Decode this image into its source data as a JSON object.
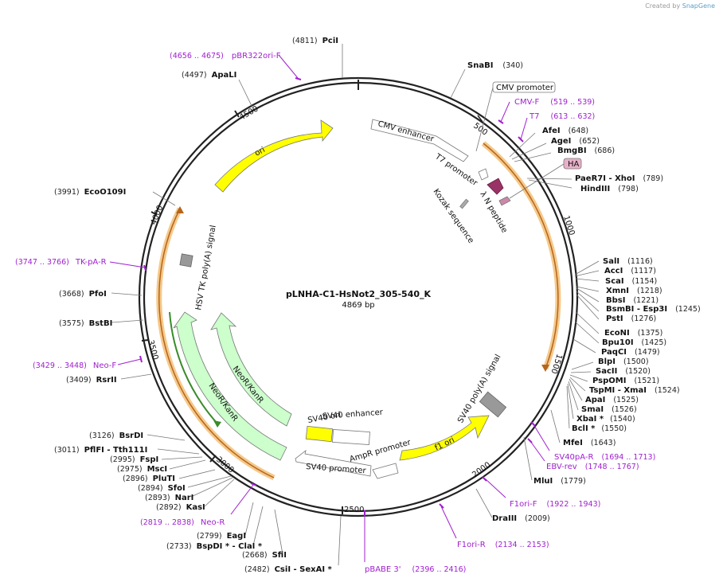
{
  "credit": {
    "prefix": "Created by",
    "brand": "SnapGene"
  },
  "plasmid": {
    "name": "pLNHA-C1-HsNot2_305-540_K",
    "length": "4869 bp"
  },
  "ruler": [
    "500",
    "1000",
    "1500",
    "2000",
    "2500",
    "3000",
    "3500",
    "4000",
    "4500"
  ],
  "sites": [
    {
      "name": "PciI",
      "pos": "(4811)",
      "side": "left"
    },
    {
      "name": "SnaBI",
      "pos": "(340)",
      "side": "right"
    },
    {
      "name": "ApaLI",
      "pos": "(4497)",
      "side": "left"
    },
    {
      "name": "AfeI",
      "pos": "(648)",
      "side": "right"
    },
    {
      "name": "AgeI",
      "pos": "(652)",
      "side": "right"
    },
    {
      "name": "BmgBI",
      "pos": "(686)",
      "side": "right"
    },
    {
      "name": "PaeR7I  - XhoI",
      "pos": "(789)",
      "side": "right"
    },
    {
      "name": "HindIII",
      "pos": "(798)",
      "side": "right"
    },
    {
      "name": "SalI",
      "pos": "(1116)",
      "side": "right"
    },
    {
      "name": "AccI",
      "pos": "(1117)",
      "side": "right"
    },
    {
      "name": "ScaI",
      "pos": "(1154)",
      "side": "right"
    },
    {
      "name": "XmnI",
      "pos": "(1218)",
      "side": "right"
    },
    {
      "name": "BbsI",
      "pos": "(1221)",
      "side": "right"
    },
    {
      "name": "BsmBI  - Esp3I",
      "pos": "(1245)",
      "side": "right"
    },
    {
      "name": "PstI",
      "pos": "(1276)",
      "side": "right"
    },
    {
      "name": "EcoNI",
      "pos": "(1375)",
      "side": "right"
    },
    {
      "name": "Bpu10I",
      "pos": "(1425)",
      "side": "right"
    },
    {
      "name": "PaqCI",
      "pos": "(1479)",
      "side": "right"
    },
    {
      "name": "BlpI",
      "pos": "(1500)",
      "side": "right"
    },
    {
      "name": "SacII",
      "pos": "(1520)",
      "side": "right"
    },
    {
      "name": "PspOMI",
      "pos": "(1521)",
      "side": "right"
    },
    {
      "name": "TspMI  - XmaI",
      "pos": "(1524)",
      "side": "right"
    },
    {
      "name": "ApaI",
      "pos": "(1525)",
      "side": "right"
    },
    {
      "name": "SmaI",
      "pos": "(1526)",
      "side": "right"
    },
    {
      "name": "XbaI *",
      "pos": "(1540)",
      "side": "right"
    },
    {
      "name": "BclI *",
      "pos": "(1550)",
      "side": "right"
    },
    {
      "name": "MfeI",
      "pos": "(1643)",
      "side": "right"
    },
    {
      "name": "MluI",
      "pos": "(1779)",
      "side": "right"
    },
    {
      "name": "DraIII",
      "pos": "(2009)",
      "side": "right"
    },
    {
      "name": "EcoO109I",
      "pos": "(3991)",
      "side": "left"
    },
    {
      "name": "PfoI",
      "pos": "(3668)",
      "side": "left"
    },
    {
      "name": "BstBI",
      "pos": "(3575)",
      "side": "left"
    },
    {
      "name": "RsrII",
      "pos": "(3409)",
      "side": "left"
    },
    {
      "name": "BsrDI",
      "pos": "(3126)",
      "side": "left"
    },
    {
      "name": "PflFI  - Tth111I",
      "pos": "(3011)",
      "side": "left"
    },
    {
      "name": "FspI",
      "pos": "(2995)",
      "side": "left"
    },
    {
      "name": "MscI",
      "pos": "(2975)",
      "side": "left"
    },
    {
      "name": "PluTI",
      "pos": "(2896)",
      "side": "left"
    },
    {
      "name": "SfoI",
      "pos": "(2894)",
      "side": "left"
    },
    {
      "name": "NarI",
      "pos": "(2893)",
      "side": "left"
    },
    {
      "name": "KasI",
      "pos": "(2892)",
      "side": "left"
    },
    {
      "name": "EagI",
      "pos": "(2799)",
      "side": "left"
    },
    {
      "name": "BspDI *  - ClaI *",
      "pos": "(2733)",
      "side": "left"
    },
    {
      "name": "SfiI",
      "pos": "(2668)",
      "side": "left"
    },
    {
      "name": "CsiI  - SexAI *",
      "pos": "(2482)",
      "side": "left"
    }
  ],
  "primers": [
    {
      "name": "pBR322ori-F",
      "range": "(4656 .. 4675)"
    },
    {
      "name": "CMV-F",
      "range": "(519 .. 539)"
    },
    {
      "name": "T7",
      "range": "(613 .. 632)"
    },
    {
      "name": "TK-pA-R",
      "range": "(3747 .. 3766)"
    },
    {
      "name": "Neo-F",
      "range": "(3429 .. 3448)"
    },
    {
      "name": "Neo-R",
      "range": "(2819 .. 2838)"
    },
    {
      "name": "SV40pA-R",
      "range": "(1694 .. 1713)"
    },
    {
      "name": "EBV-rev",
      "range": "(1748 .. 1767)"
    },
    {
      "name": "F1ori-F",
      "range": "(1922 .. 1943)"
    },
    {
      "name": "F1ori-R",
      "range": "(2134 .. 2153)"
    },
    {
      "name": "pBABE 3'",
      "range": "(2396 .. 2416)"
    }
  ],
  "features": {
    "cmv_promoter": "CMV promoter",
    "cmv_enhancer": "CMV enhancer",
    "t7_promoter": "T7 promoter",
    "lambda_n": "λ N peptide",
    "kozak": "Kozak sequence",
    "ha": "HA",
    "ori": "ori",
    "hsv_tk": "HSV TK poly(A) signal",
    "neor1": "NeoR/KanR",
    "neor2": "NeoR/KanR",
    "sv40_enh": "SV40 enhancer",
    "sv40_ori": "SV40 ori",
    "ampr_prom": "AmpR promoter",
    "sv40_prom": "SV40 promoter",
    "f1_ori": "f1 ori",
    "sv40_polya": "SV40 poly(A) signal"
  },
  "colors": {
    "ori": "#ffff00",
    "neor": "#ccffcc",
    "promoter": "#ffffff",
    "orf": "#f5a623",
    "tag": "#993366",
    "primer": "#a020d0"
  }
}
